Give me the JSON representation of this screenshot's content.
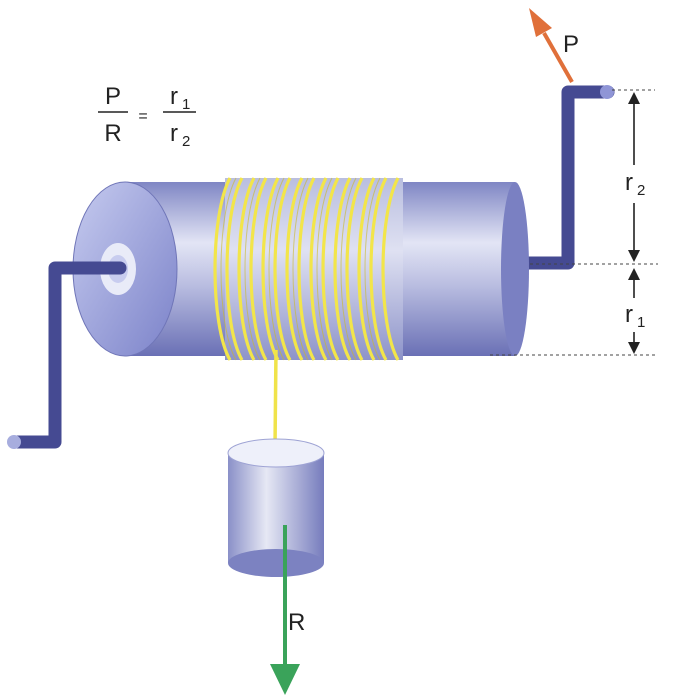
{
  "formula": {
    "numerator_left": "P",
    "denominator_left": "R",
    "equals": "=",
    "numerator_right": "r",
    "numerator_right_sub": "1",
    "denominator_right": "r",
    "denominator_right_sub": "2"
  },
  "labels": {
    "force_p": "P",
    "force_r": "R",
    "radius_2": "r",
    "radius_2_sub": "2",
    "radius_1": "r",
    "radius_1_sub": "1"
  },
  "colors": {
    "cylinder": "#b9bde0",
    "crank": "#4a4f96",
    "rope": "#f0e34a",
    "arrow_p": "#e0703a",
    "arrow_r": "#3aa35a",
    "weight": "#c9cbe3"
  }
}
